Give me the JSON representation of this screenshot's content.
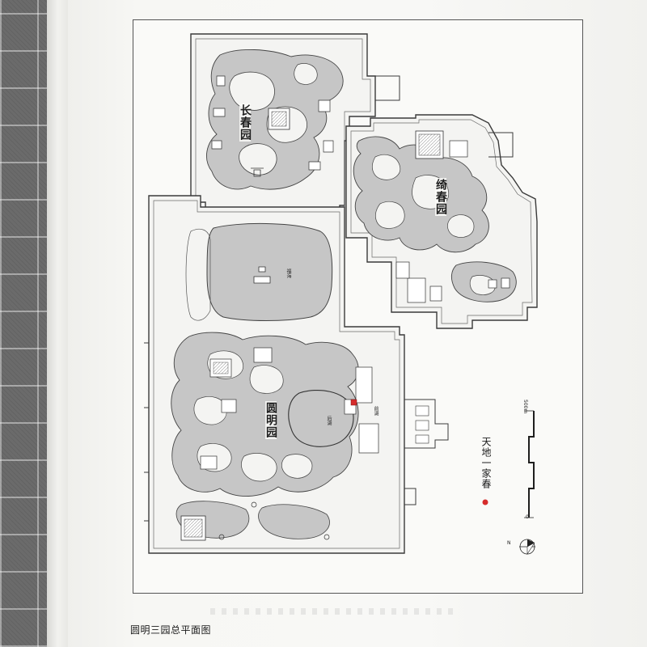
{
  "caption": "圆明三园总平面图",
  "gardens": {
    "changchun": "长春园",
    "qichun": "绮春园",
    "yuanming": "圆明园"
  },
  "lakes": {
    "fuhai": "福海",
    "houhu": "后湖",
    "qianhu": "前湖"
  },
  "legend": {
    "marker_label": "天地一家春",
    "marker_color": "#d62c2c"
  },
  "scale_bar": {
    "zero": "0",
    "max": "500m"
  },
  "north_arrow": {
    "label": "N"
  },
  "colors": {
    "water": "#c6c6c6",
    "ink": "#3a3a3a",
    "paper": "#fafaf8"
  }
}
